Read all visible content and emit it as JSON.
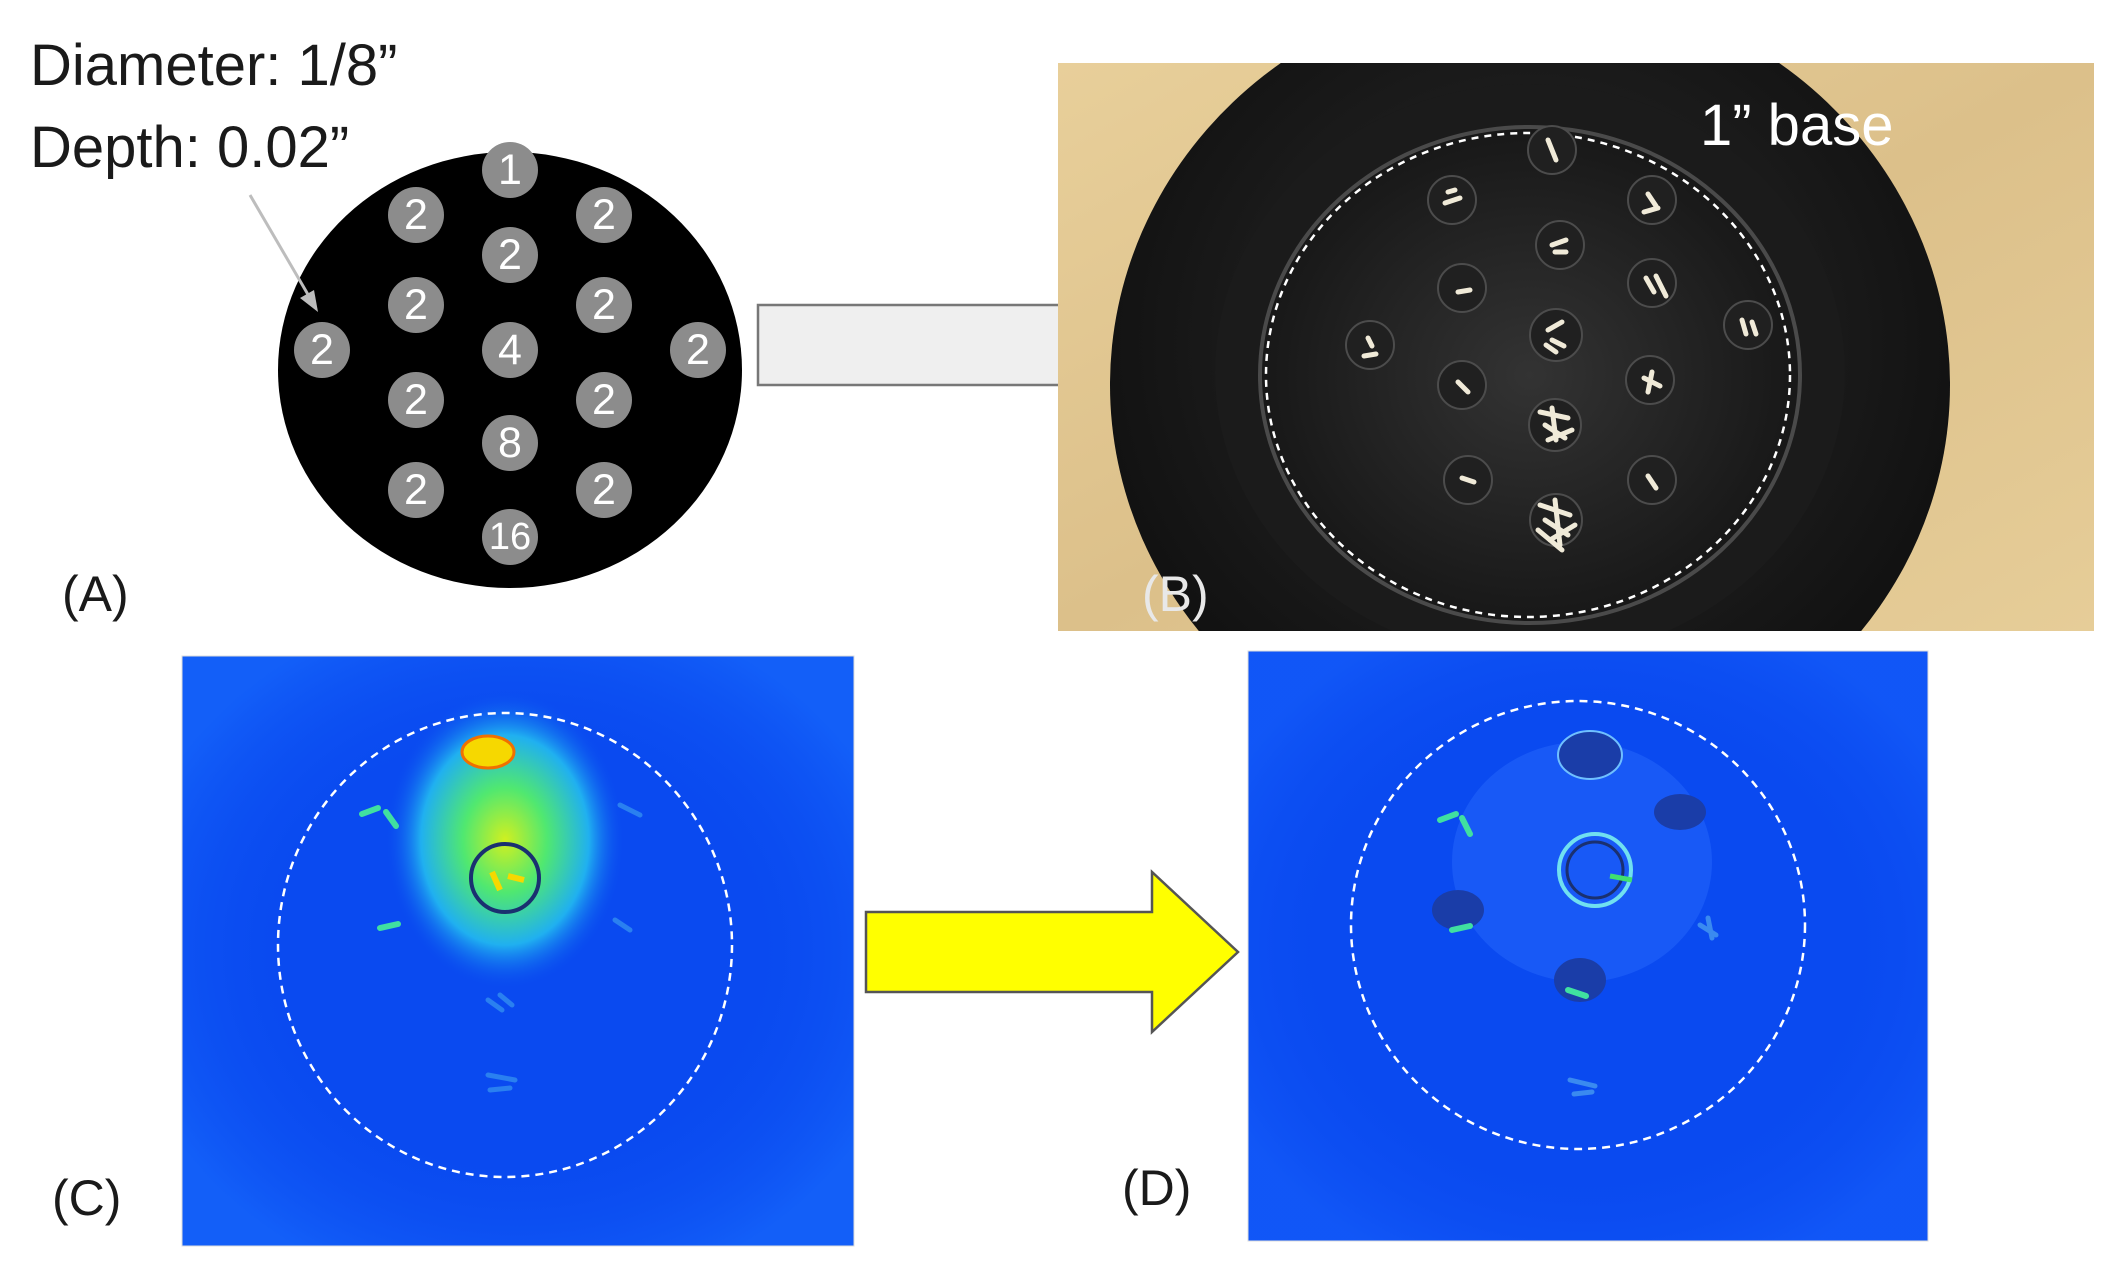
{
  "panel_a": {
    "diameter_text": "Diameter: 1/8”",
    "depth_text": "Depth: 0.02”",
    "label": "(A)",
    "holes": [
      {
        "count": "1"
      },
      {
        "count": "2"
      },
      {
        "count": "2"
      },
      {
        "count": "2"
      },
      {
        "count": "2"
      },
      {
        "count": "2"
      },
      {
        "count": "2"
      },
      {
        "count": "4"
      },
      {
        "count": "2"
      },
      {
        "count": "2"
      },
      {
        "count": "2"
      },
      {
        "count": "8"
      },
      {
        "count": "2"
      },
      {
        "count": "2"
      },
      {
        "count": "16"
      }
    ]
  },
  "panel_b": {
    "base_text": "1” base",
    "label": "(B)"
  },
  "panel_c": {
    "label": "(C)"
  },
  "panel_d": {
    "label": "(D)"
  },
  "colors": {
    "disk": "#000000",
    "hole": "#8c8c8c",
    "jet_blue": "#0a4af0",
    "arrow_yellow": "#ffff00",
    "arrow_grey": "#efefef"
  }
}
